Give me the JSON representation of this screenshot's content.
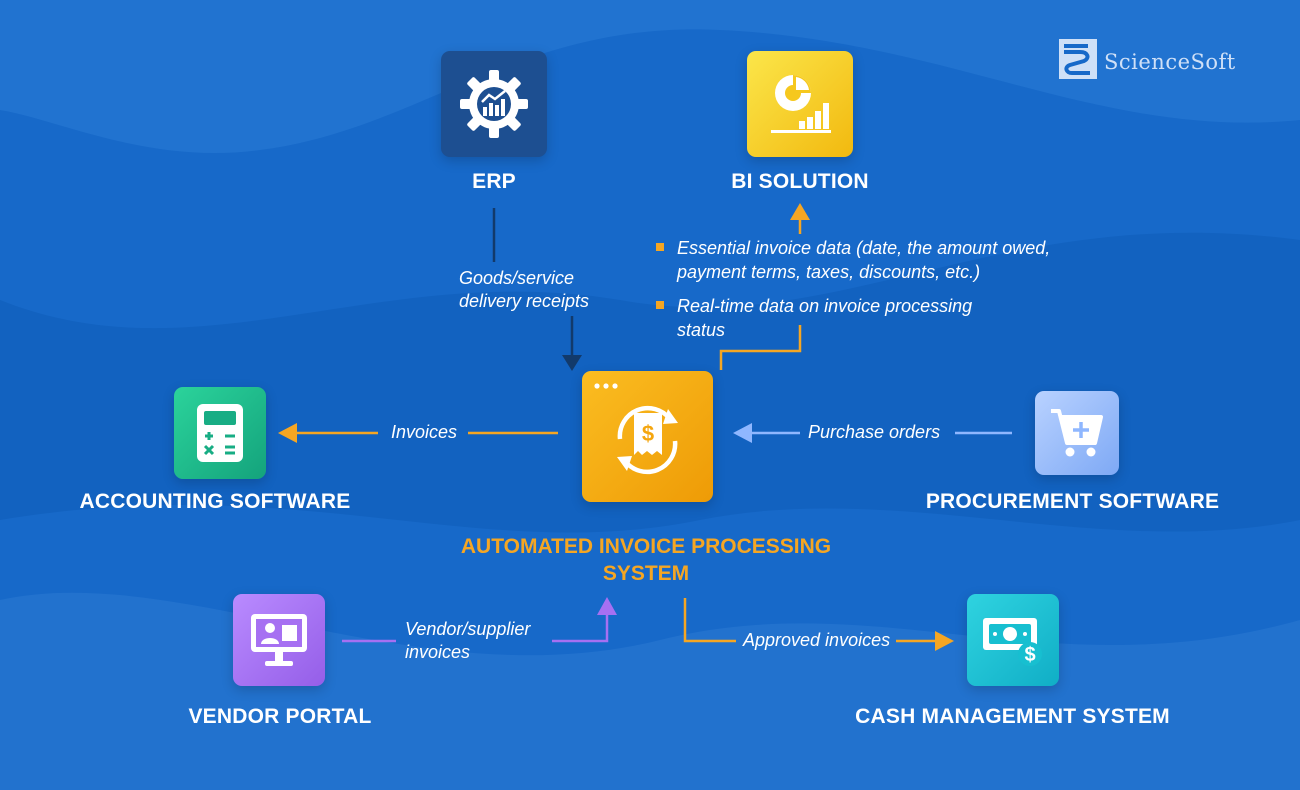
{
  "logo": {
    "text": "ScienceSoft",
    "icon": "sciencesoft-logo-icon"
  },
  "nodes": {
    "erp": {
      "label": "ERP",
      "icon": "gear-chart-icon",
      "color": "#1d4f91"
    },
    "bi": {
      "label": "BI SOLUTION",
      "icon": "pie-bar-chart-icon",
      "color": "#f7c81d"
    },
    "accounting": {
      "label": "ACCOUNTING SOFTWARE",
      "icon": "calculator-icon",
      "color": "#20b58a"
    },
    "center": {
      "label": "AUTOMATED INVOICE PROCESSING SYSTEM",
      "icon": "invoice-cycle-icon",
      "color": "#f5a60f"
    },
    "procurement": {
      "label": "PROCUREMENT SOFTWARE",
      "icon": "shopping-cart-icon",
      "color": "#8fb7ff"
    },
    "vendor": {
      "label": "VENDOR PORTAL",
      "icon": "monitor-user-icon",
      "color": "#a670f2"
    },
    "cash": {
      "label": "CASH MANAGEMENT SYSTEM",
      "icon": "banknote-icon",
      "color": "#17bfd0"
    }
  },
  "edges": {
    "erp_to_center": {
      "label": "Goods/service delivery receipts",
      "color": "#123a6b"
    },
    "center_to_bi": {
      "color": "#f5a623",
      "bullets": [
        "Essential invoice data (date, the amount owed, payment terms, taxes, discounts, etc.)",
        "Real-time data on invoice processing status"
      ]
    },
    "center_to_accounting": {
      "label": "Invoices",
      "color": "#f5a623"
    },
    "procurement_to_center": {
      "label": "Purchase orders",
      "color": "#8fb7ff"
    },
    "vendor_to_center": {
      "label": "Vendor/supplier invoices",
      "color": "#a670f2"
    },
    "center_to_cash": {
      "label": "Approved invoices",
      "color": "#f5a623"
    }
  }
}
